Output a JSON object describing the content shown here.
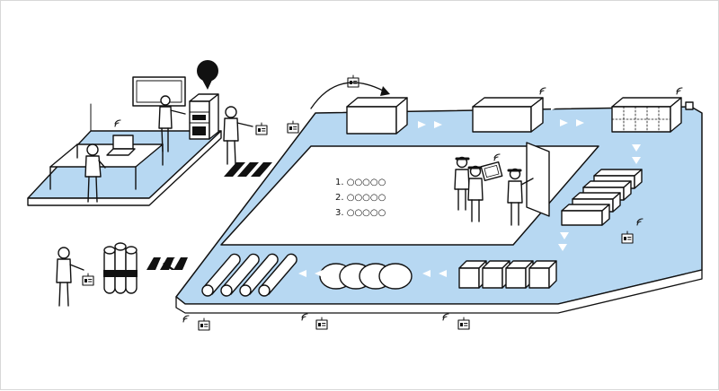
{
  "colors": {
    "floor": "#b7d8f2",
    "line": "#111111",
    "white": "#ffffff",
    "accent": "#111111"
  },
  "icons": [
    "id-badge-icon",
    "wifi-signal-icon",
    "speech-bubble-icon",
    "conveyor-arrow-icon",
    "stripe-arrow-icon"
  ],
  "board": {
    "items": [
      {
        "label": "1. ○○○○○"
      },
      {
        "label": "2. ○○○○○"
      },
      {
        "label": "3. ○○○○○"
      }
    ]
  }
}
